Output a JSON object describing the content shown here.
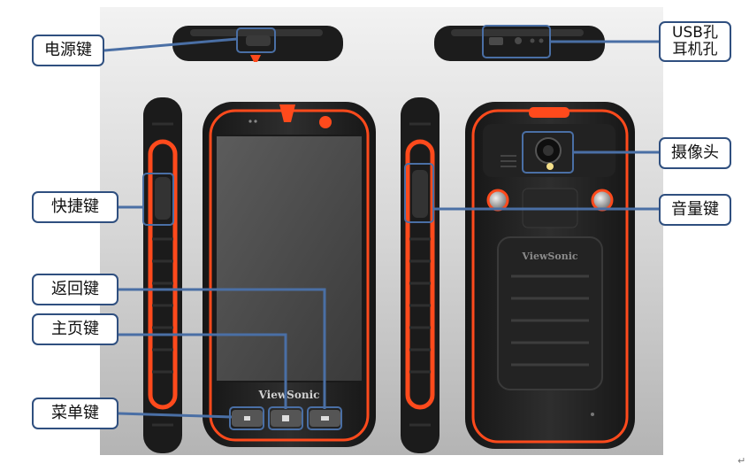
{
  "brand": "ViewSonic",
  "colors": {
    "accent": "#ff4a1c",
    "body": "#262626",
    "rubber": "#1a1a1a",
    "callout_border": "#2f4f7f",
    "leader": "#4a6fa5"
  },
  "labels": {
    "power_key": "电源键",
    "usb_port": "USB孔",
    "earphone_jack": "耳机孔",
    "shortcut_key": "快捷键",
    "camera": "摄像头",
    "volume_key": "音量键",
    "back_key": "返回键",
    "home_key": "主页键",
    "menu_key": "菜单键"
  },
  "return_mark": "↵"
}
